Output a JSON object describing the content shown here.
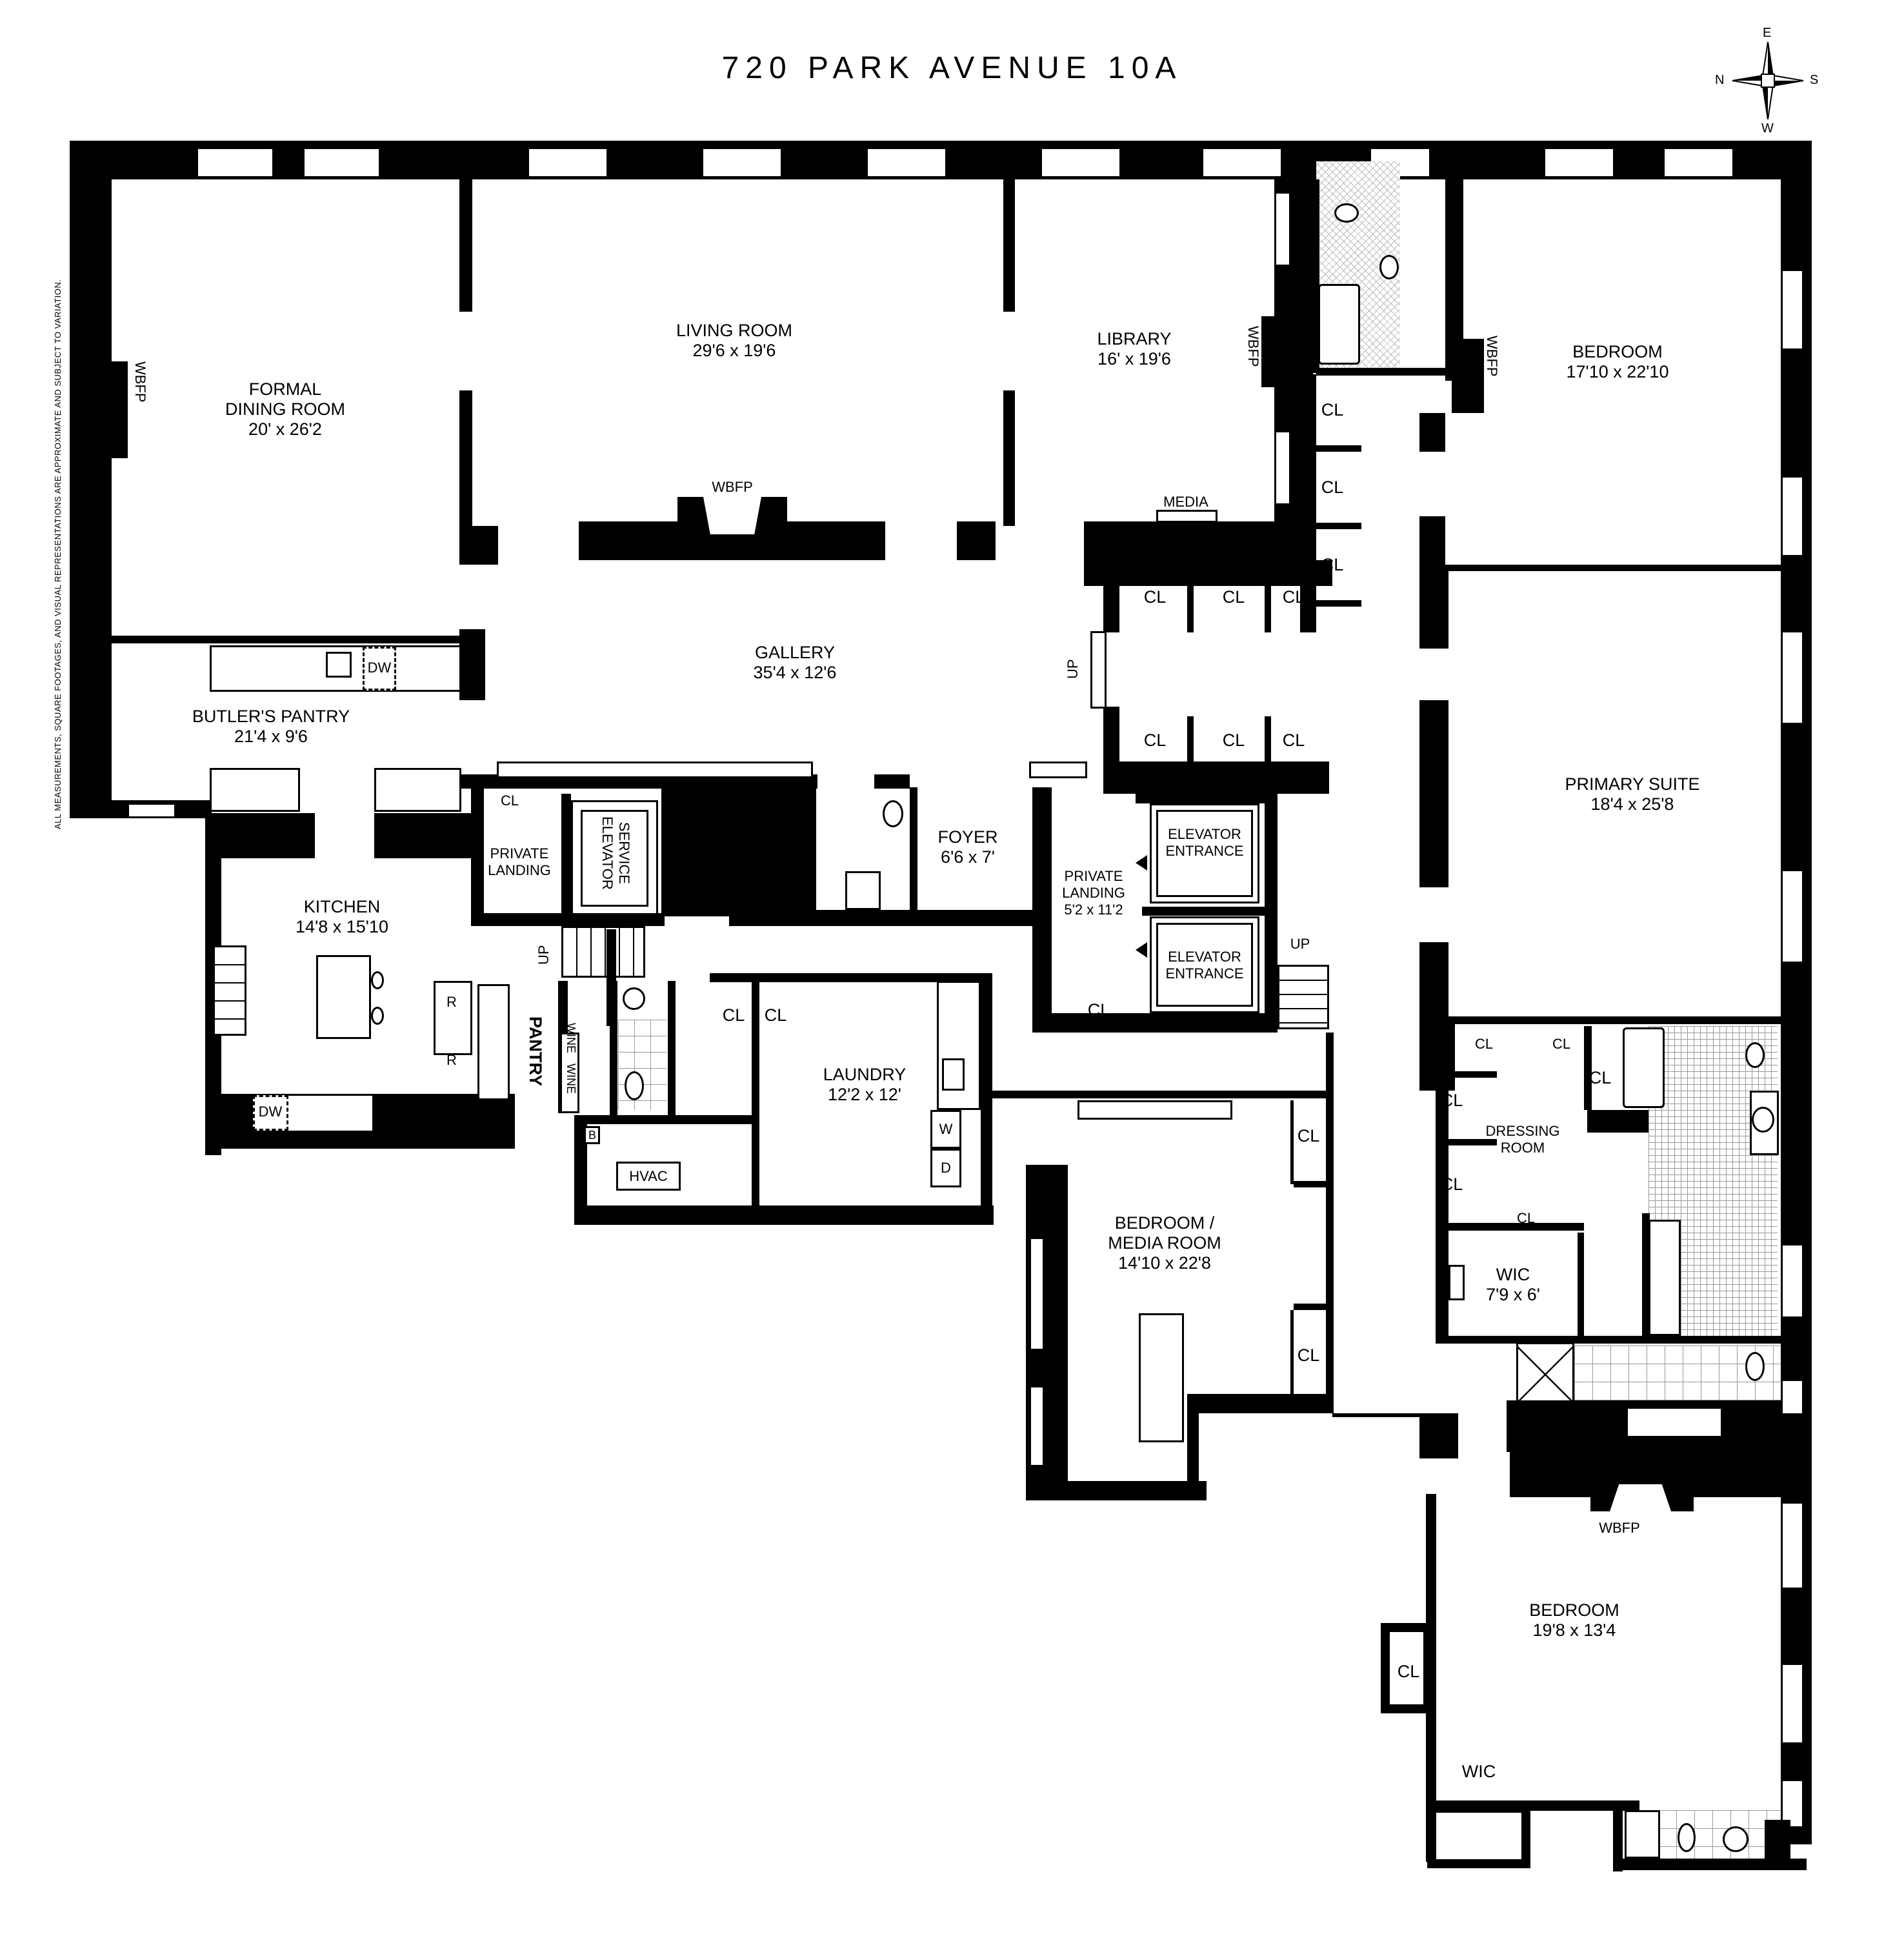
{
  "title": "720 PARK AVENUE 10A",
  "disclaimer": "ALL MEASUREMENTS, SQUARE FOOTAGES, AND VISUAL REPRESENTATIONS ARE APPROXIMATE AND SUBJECT TO VARIATION.",
  "compass": {
    "top": "E",
    "left": "N",
    "right": "S",
    "bottom": "W"
  },
  "rooms": [
    {
      "id": "formal-dining-room",
      "name": "FORMAL\nDINING ROOM",
      "dims": "20' x 26'2"
    },
    {
      "id": "living-room",
      "name": "LIVING ROOM",
      "dims": "29'6 x 19'6"
    },
    {
      "id": "library",
      "name": "LIBRARY",
      "dims": "16' x 19'6"
    },
    {
      "id": "bedroom-1",
      "name": "BEDROOM",
      "dims": "17'10 x 22'10"
    },
    {
      "id": "gallery",
      "name": "GALLERY",
      "dims": "35'4 x 12'6"
    },
    {
      "id": "butlers-pantry",
      "name": "BUTLER'S PANTRY",
      "dims": "21'4 x 9'6"
    },
    {
      "id": "primary-suite",
      "name": "PRIMARY SUITE",
      "dims": "18'4 x 25'8"
    },
    {
      "id": "kitchen",
      "name": "KITCHEN",
      "dims": "14'8 x 15'10"
    },
    {
      "id": "foyer",
      "name": "FOYER",
      "dims": "6'6 x 7'"
    },
    {
      "id": "private-landing-main",
      "name": "PRIVATE\nLANDING",
      "dims": "5'2 x 11'2"
    },
    {
      "id": "laundry",
      "name": "LAUNDRY",
      "dims": "12'2 x 12'"
    },
    {
      "id": "bedroom-media",
      "name": "BEDROOM /\nMEDIA ROOM",
      "dims": "14'10 x 22'8"
    },
    {
      "id": "wic-primary",
      "name": "WIC",
      "dims": "7'9 x 6'"
    },
    {
      "id": "bedroom-3",
      "name": "BEDROOM",
      "dims": "19'8 x 13'4"
    }
  ],
  "labels": {
    "private_landing_service": "PRIVATE\nLANDING",
    "service_elevator": "SERVICE\nELEVATOR",
    "elevator_entrance": "ELEVATOR\nENTRANCE",
    "dressing_room": "DRESSING\nROOM",
    "pantry": "PANTRY",
    "wine": "WINE",
    "hvac": "HVAC",
    "boiler": "B",
    "washer": "W",
    "dryer": "D",
    "refrigerator": "R",
    "dishwasher": "DW",
    "wbfp": "WBFP",
    "media": "MEDIA",
    "closet": "CL",
    "wic": "WIC",
    "up": "UP"
  }
}
